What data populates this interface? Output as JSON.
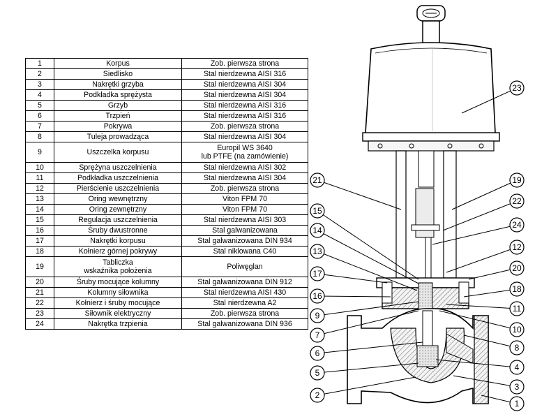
{
  "parts": [
    {
      "no": "1",
      "name": "Korpus",
      "material": "Zob. pierwsza strona"
    },
    {
      "no": "2",
      "name": "Siedlisko",
      "material": "Stal nierdzewna AISI 316"
    },
    {
      "no": "3",
      "name": "Nakrętki grzyba",
      "material": "Stal nierdzewna AISI 304"
    },
    {
      "no": "4",
      "name": "Podkładka sprężysta",
      "material": "Stal nierdzewna AISI 304"
    },
    {
      "no": "5",
      "name": "Grzyb",
      "material": "Stal nierdzewna AISI 316"
    },
    {
      "no": "6",
      "name": "Trzpień",
      "material": "Stal nierdzewna AISI 316"
    },
    {
      "no": "7",
      "name": "Pokrywa",
      "material": "Zob. pierwsza strona"
    },
    {
      "no": "8",
      "name": "Tuleja prowadząca",
      "material": "Stal nierdzewna AISI 304"
    },
    {
      "no": "9",
      "name": "Uszczelka korpusu",
      "material": "Europil WS 3640",
      "material2": "lub PTFE (na zamówienie)"
    },
    {
      "no": "10",
      "name": "Sprężyna uszczelnienia",
      "material": "Stal nierdzewna AISI 302"
    },
    {
      "no": "11",
      "name": "Podkładka uszczelnienia",
      "material": "Stal nierdzewna AISI 304"
    },
    {
      "no": "12",
      "name": "Pierścienie uszczelnienia",
      "material": "Zob. pierwsza strona"
    },
    {
      "no": "13",
      "name": "Oring wewnętrzny",
      "material": "Viton FPM 70"
    },
    {
      "no": "14",
      "name": "Oring zewnętrzny",
      "material": "Viton FPM 70"
    },
    {
      "no": "15",
      "name": "Regulacja uszczelnienia",
      "material": "Stal nierdzewna AISI 303"
    },
    {
      "no": "16",
      "name": "Śruby dwustronne",
      "material": "Stal galwanizowana"
    },
    {
      "no": "17",
      "name": "Nakrętki korpusu",
      "material": "Stal galwanizowana DIN 934"
    },
    {
      "no": "18",
      "name": "Kołnierz górnej pokrywy",
      "material": "Stal niklowana C40"
    },
    {
      "no": "19",
      "name": "Tabliczka",
      "name2": "wskaźnika położenia",
      "material": "Poliwęglan"
    },
    {
      "no": "20",
      "name": "Śruby mocujące kolumny",
      "material": "Stal galwanizowana DIN 912"
    },
    {
      "no": "21",
      "name": "Kolumny siłownika",
      "material": "Stal nierdzewna AISI 430"
    },
    {
      "no": "22",
      "name": "Kołnierz i śruby mocujące",
      "material": "Stal nierdzewna A2"
    },
    {
      "no": "23",
      "name": "Siłownik elektryczny",
      "material": "Zob. pierwsza strona"
    },
    {
      "no": "24",
      "name": "Nakrętka trzpienia",
      "material": "Stal galwanizowana DIN 936"
    }
  ],
  "callouts": {
    "c1": "1",
    "c2": "2",
    "c3": "3",
    "c4": "4",
    "c5": "5",
    "c6": "6",
    "c7": "7",
    "c8": "8",
    "c9": "9",
    "c10": "10",
    "c11": "11",
    "c12": "12",
    "c13": "13",
    "c14": "14",
    "c15": "15",
    "c16": "16",
    "c17": "17",
    "c18": "18",
    "c19": "19",
    "c20": "20",
    "c21": "21",
    "c22": "22",
    "c23": "23",
    "c24": "24"
  }
}
